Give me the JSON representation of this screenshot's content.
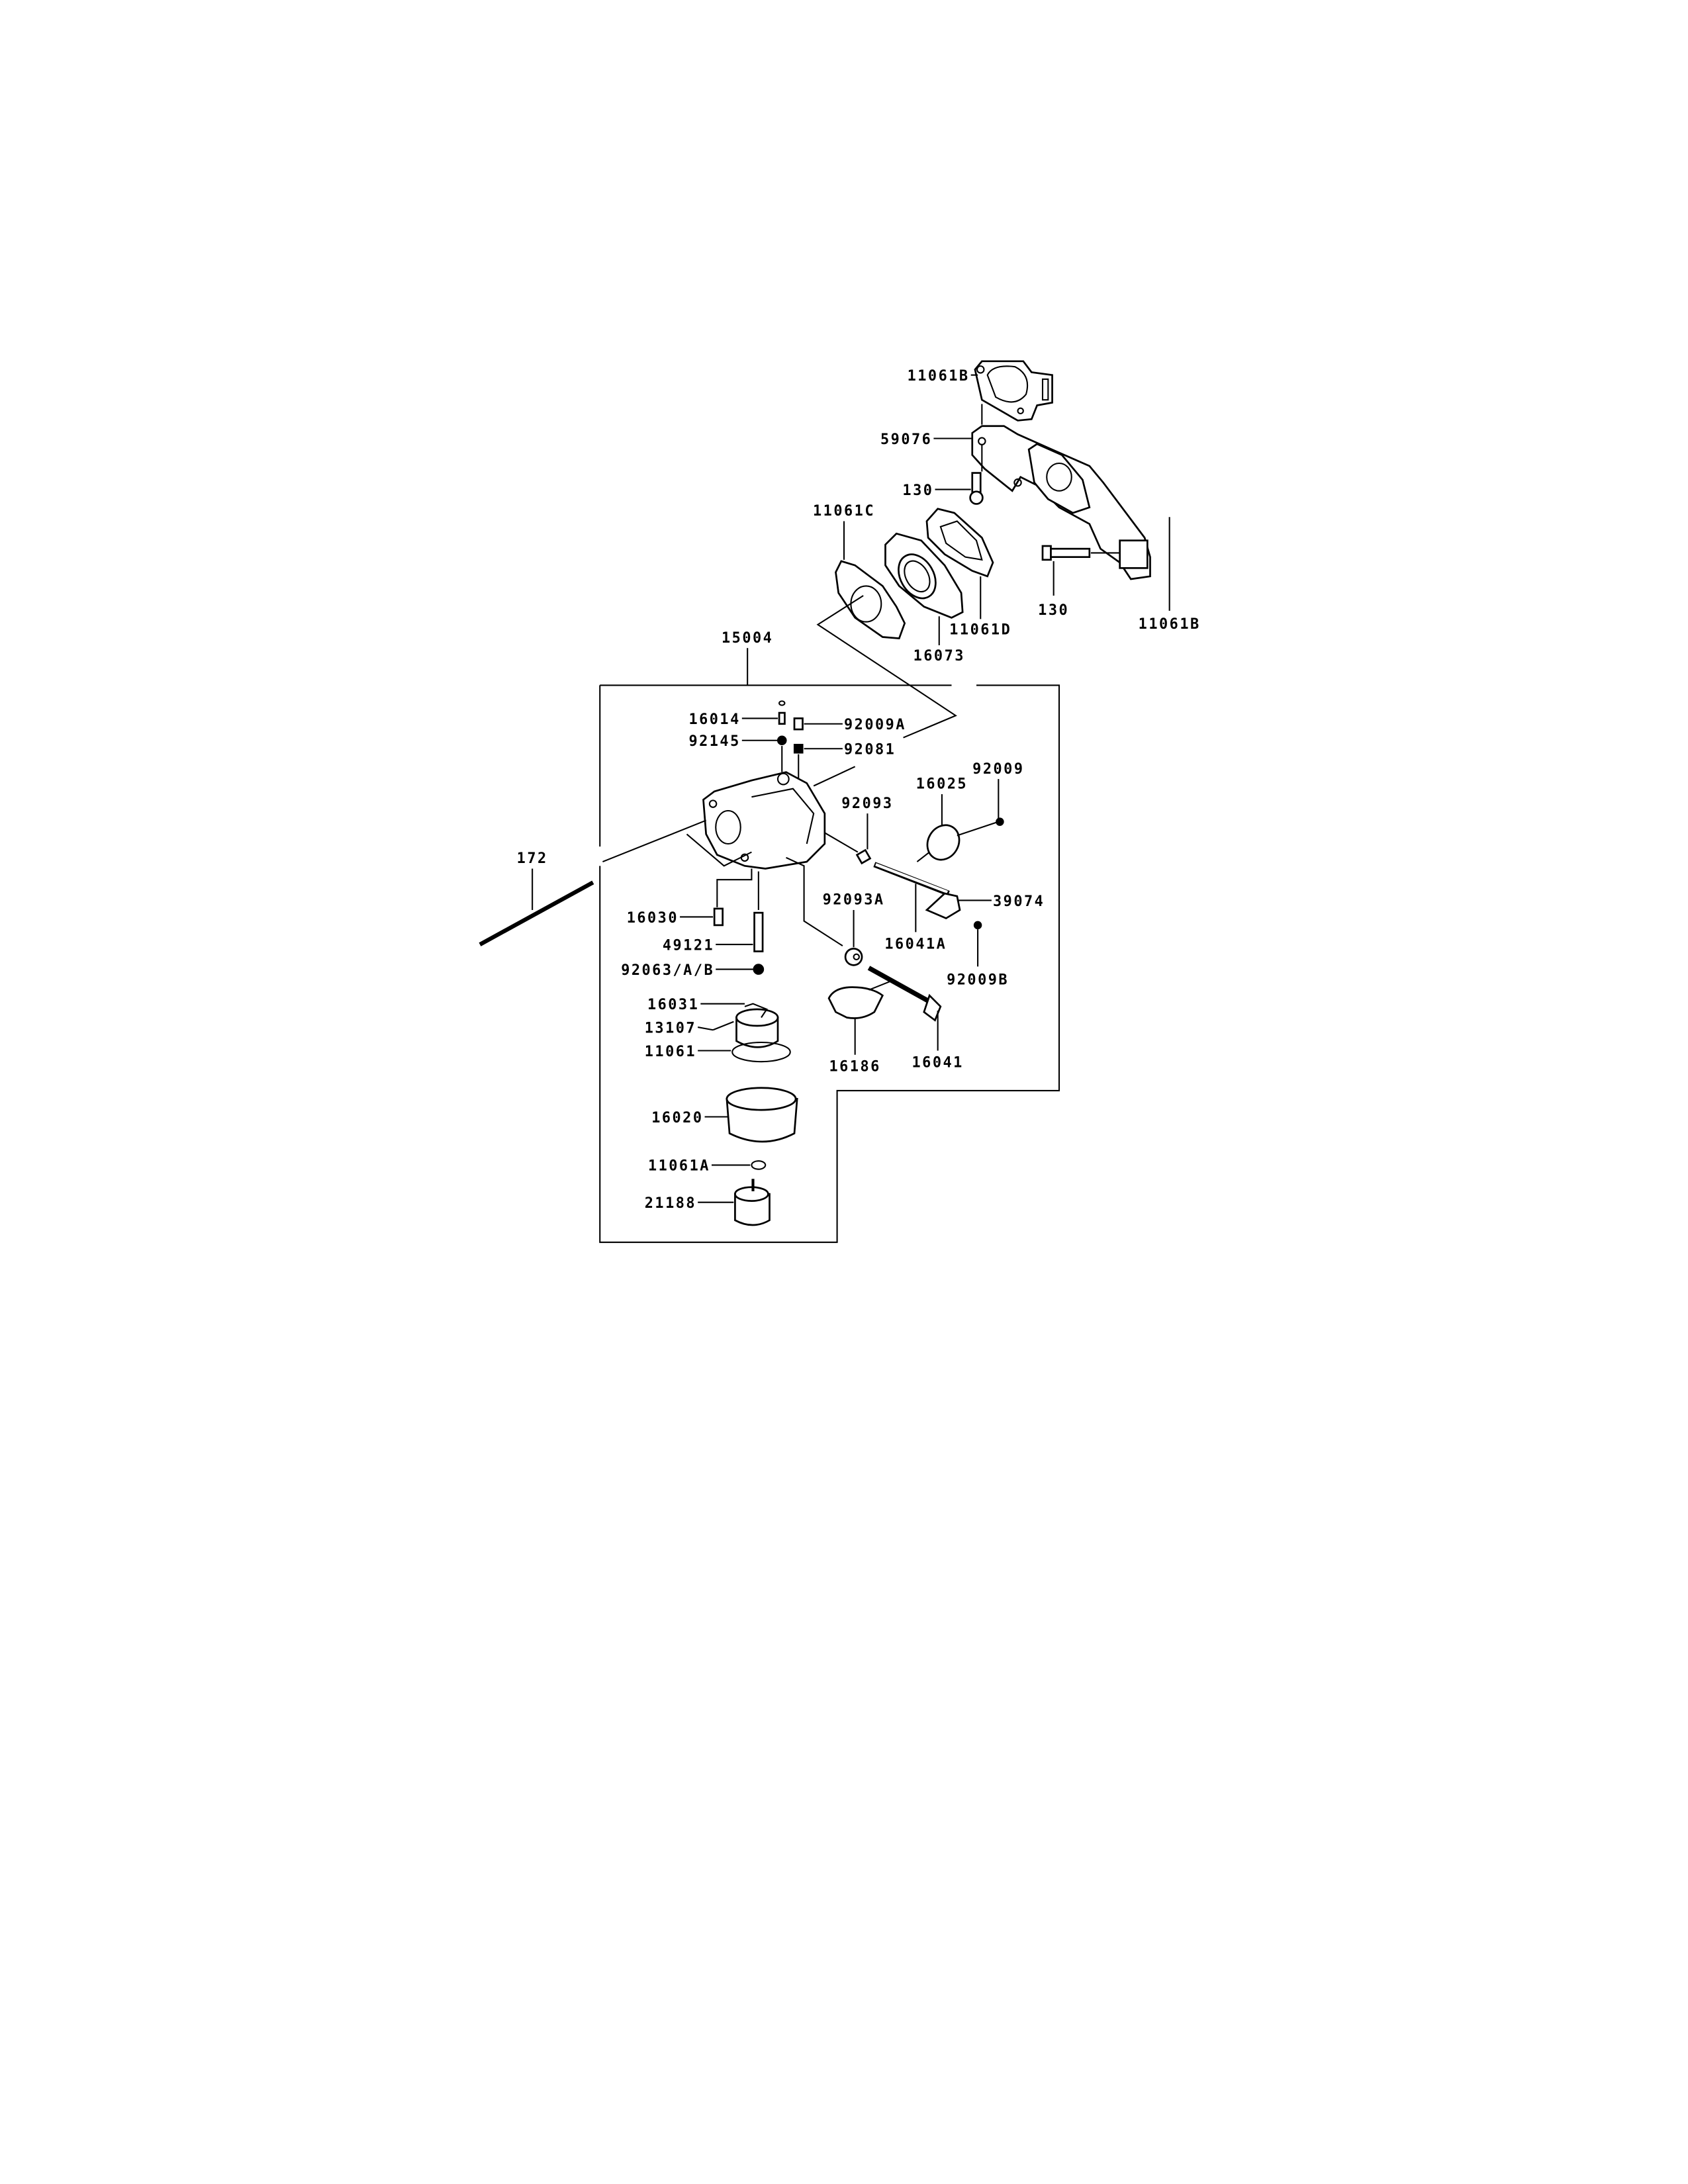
{
  "diagram": {
    "type": "exploded parts diagram",
    "assembly_label": "15004",
    "labels": {
      "gasket_top": "11061B",
      "manifold": "59076",
      "bolt_left": "130",
      "gasket_c": "11061C",
      "insulator": "16073",
      "gasket_d": "11061D",
      "bolt_right": "130",
      "gasket_right": "11061B",
      "carb_assy": "15004",
      "p16014": "16014",
      "p92009A": "92009A",
      "p92145": "92145",
      "p92081": "92081",
      "p92009": "92009",
      "p16025": "16025",
      "p92093": "92093",
      "p172": "172",
      "p16030": "16030",
      "p49121": "49121",
      "p92063": "92063/A/B",
      "p92093A": "92093A",
      "p16041A": "16041A",
      "p39074": "39074",
      "p92009B": "92009B",
      "p16031": "16031",
      "p13107": "13107",
      "p11061": "11061",
      "p16020": "16020",
      "p11061A": "11061A",
      "p21188": "21188",
      "p16186": "16186",
      "p16041": "16041"
    }
  }
}
